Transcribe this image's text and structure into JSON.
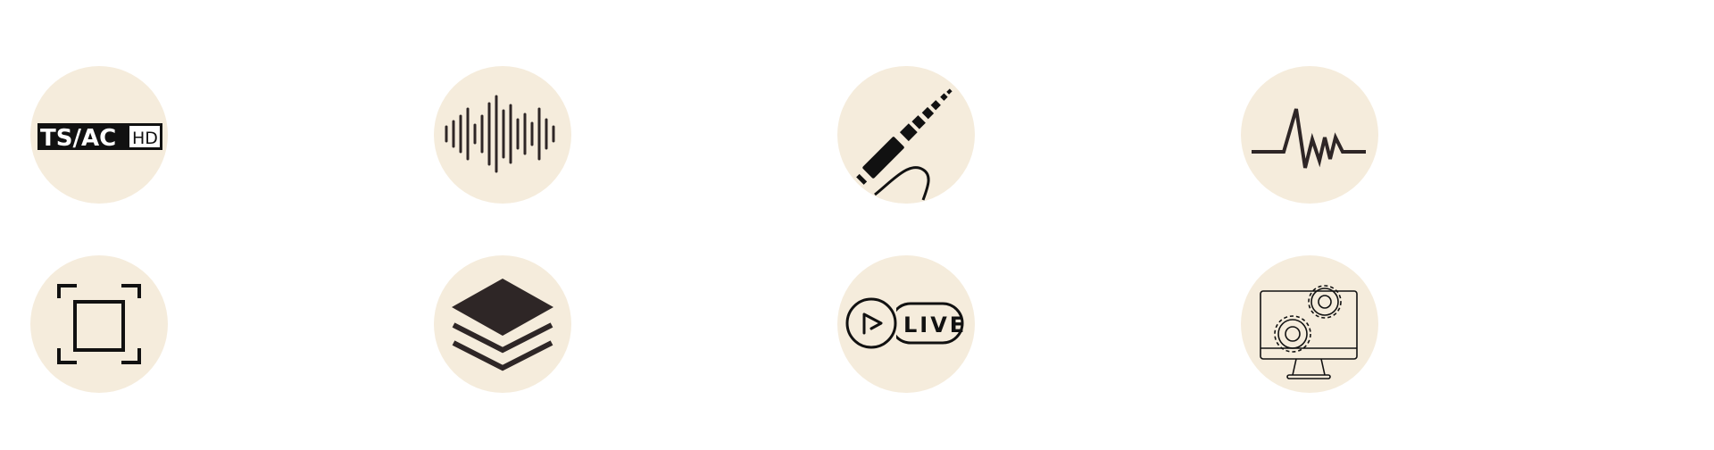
{
  "icons": {
    "tsac_hd": {
      "icon": "ts-ac-hd-badge-icon",
      "main_text": "TS/AC",
      "sub_text": "HD"
    },
    "sound_wave": {
      "icon": "sound-wave-icon"
    },
    "audio_jack": {
      "icon": "audio-jack-icon"
    },
    "pulse": {
      "icon": "pulse-line-icon"
    },
    "fullscreen": {
      "icon": "fullscreen-frame-icon"
    },
    "layers": {
      "icon": "layers-stack-icon"
    },
    "live": {
      "icon": "live-stream-icon",
      "label": "LIVE"
    },
    "monitor_settings": {
      "icon": "monitor-gears-icon"
    }
  },
  "colors": {
    "circle_fill": "#f5ecdc",
    "icon_ink": "#2e2626",
    "background": "#ffffff"
  }
}
